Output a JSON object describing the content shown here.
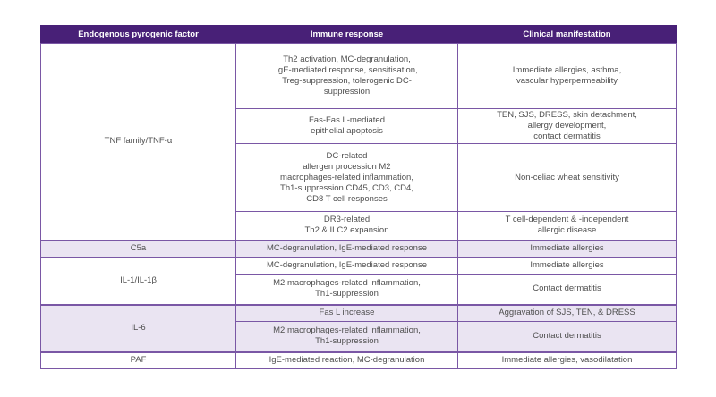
{
  "colors": {
    "header_bg": "#482077",
    "header_text": "#ffffff",
    "border": "#7a57a5",
    "band_bg": "#eae4f2",
    "text": "#4f4f4f"
  },
  "table": {
    "headers": [
      "Endogenous pyrogenic factor",
      "Immune response",
      "Clinical manifestation"
    ],
    "groups": [
      {
        "factor": "TNF family/TNF-α",
        "rows": [
          {
            "immune": "Th2 activation, MC-degranulation,\nIgE-mediated response, sensitisation,\nTreg-suppression, tolerogenic DC-\nsuppression",
            "clinical": "Immediate allergies, asthma,\nvascular hyperpermeability"
          },
          {
            "immune": "Fas-Fas L-mediated\nepithelial apoptosis",
            "clinical": "TEN, SJS, DRESS, skin detachment,\nallergy development,\ncontact dermatitis"
          },
          {
            "immune": "DC-related\nallergen procession M2\nmacrophages-related inflammation,\nTh1-suppression CD45, CD3, CD4,\nCD8 T cell responses",
            "clinical": "Non-celiac wheat sensitivity"
          },
          {
            "immune": "DR3-related\nTh2 & ILC2 expansion",
            "clinical": "T cell-dependent & -independent\nallergic disease"
          }
        ]
      },
      {
        "factor": "C5a",
        "rows": [
          {
            "immune": "MC-degranulation, IgE-mediated response",
            "clinical": "Immediate allergies"
          }
        ]
      },
      {
        "factor": "IL-1/IL-1β",
        "rows": [
          {
            "immune": "MC-degranulation, IgE-mediated response",
            "clinical": "Immediate allergies"
          },
          {
            "immune": "M2 macrophages-related inflammation,\nTh1-suppression",
            "clinical": "Contact dermatitis"
          }
        ]
      },
      {
        "factor": "IL-6",
        "rows": [
          {
            "immune": "Fas L increase",
            "clinical": "Aggravation of SJS, TEN, & DRESS"
          },
          {
            "immune": "M2 macrophages-related inflammation,\nTh1-suppression",
            "clinical": "Contact dermatitis"
          }
        ]
      },
      {
        "factor": "PAF",
        "rows": [
          {
            "immune": "IgE-mediated reaction, MC-degranulation",
            "clinical": "Immediate allergies, vasodilatation"
          }
        ]
      }
    ]
  },
  "chart_data": {
    "type": "table",
    "columns": [
      "Endogenous pyrogenic factor",
      "Immune response",
      "Clinical manifestation"
    ],
    "rows": [
      [
        "TNF family/TNF-α",
        "Th2 activation, MC-degranulation, IgE-mediated response, sensitisation, Treg-suppression, tolerogenic DC-suppression",
        "Immediate allergies, asthma, vascular hyperpermeability"
      ],
      [
        "TNF family/TNF-α",
        "Fas-Fas L-mediated epithelial apoptosis",
        "TEN, SJS, DRESS, skin detachment, allergy development, contact dermatitis"
      ],
      [
        "TNF family/TNF-α",
        "DC-related allergen procession M2 macrophages-related inflammation, Th1-suppression CD45, CD3, CD4, CD8 T cell responses",
        "Non-celiac wheat sensitivity"
      ],
      [
        "TNF family/TNF-α",
        "DR3-related Th2 & ILC2 expansion",
        "T cell-dependent & -independent allergic disease"
      ],
      [
        "C5a",
        "MC-degranulation, IgE-mediated response",
        "Immediate allergies"
      ],
      [
        "IL-1/IL-1β",
        "MC-degranulation, IgE-mediated response",
        "Immediate allergies"
      ],
      [
        "IL-1/IL-1β",
        "M2 macrophages-related inflammation, Th1-suppression",
        "Contact dermatitis"
      ],
      [
        "IL-6",
        "Fas L increase",
        "Aggravation of SJS, TEN, & DRESS"
      ],
      [
        "IL-6",
        "M2 macrophages-related inflammation, Th1-suppression",
        "Contact dermatitis"
      ],
      [
        "PAF",
        "IgE-mediated reaction, MC-degranulation",
        "Immediate allergies, vasodilatation"
      ]
    ]
  }
}
